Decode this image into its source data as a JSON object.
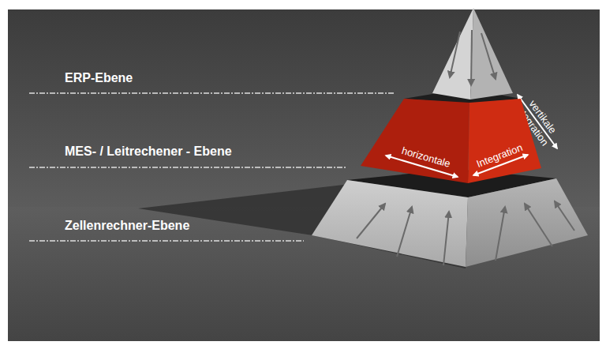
{
  "diagram": {
    "nodes": [
      {
        "text": [
          "horizontale",
          "Integration"
        ]
      }
    ],
    "labels": [
      "ERP-Ebene",
      "MES- / Leitrechener - Ebene",
      "Zellenrechner-Ebene",
      "vertikale Integration"
    ]
  }
}
